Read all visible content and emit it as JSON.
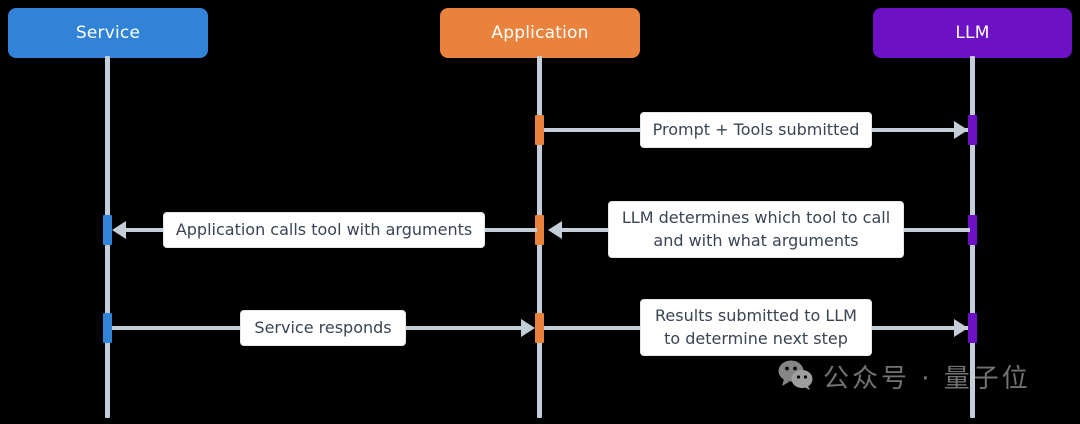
{
  "diagram": {
    "type": "sequence-diagram",
    "background": "#000000",
    "lifeline_color": "#c4ced8",
    "label_box_background": "#ffffff",
    "label_text_color": "#3a4453"
  },
  "participants": [
    {
      "id": "service",
      "label": "Service",
      "color": "#3183d8"
    },
    {
      "id": "application",
      "label": "Application",
      "color": "#e8823c"
    },
    {
      "id": "llm",
      "label": "LLM",
      "color": "#6d11c4"
    }
  ],
  "messages": [
    {
      "id": "m1",
      "from": "application",
      "to": "llm",
      "direction": "right",
      "lines": [
        "Prompt + Tools submitted"
      ]
    },
    {
      "id": "m2",
      "from": "llm",
      "to": "application",
      "direction": "left",
      "lines": [
        "LLM determines which tool to call",
        "and with what arguments"
      ]
    },
    {
      "id": "m3",
      "from": "application",
      "to": "service",
      "direction": "left",
      "lines": [
        "Application calls tool with arguments"
      ]
    },
    {
      "id": "m4",
      "from": "service",
      "to": "application",
      "direction": "right",
      "lines": [
        "Service responds"
      ]
    },
    {
      "id": "m5",
      "from": "application",
      "to": "llm",
      "direction": "right",
      "lines": [
        "Results submitted to LLM",
        "to determine next step"
      ]
    }
  ],
  "watermark": {
    "icon": "wechat-icon",
    "text": "公众号 · 量子位",
    "color": "#b9b9b9"
  }
}
